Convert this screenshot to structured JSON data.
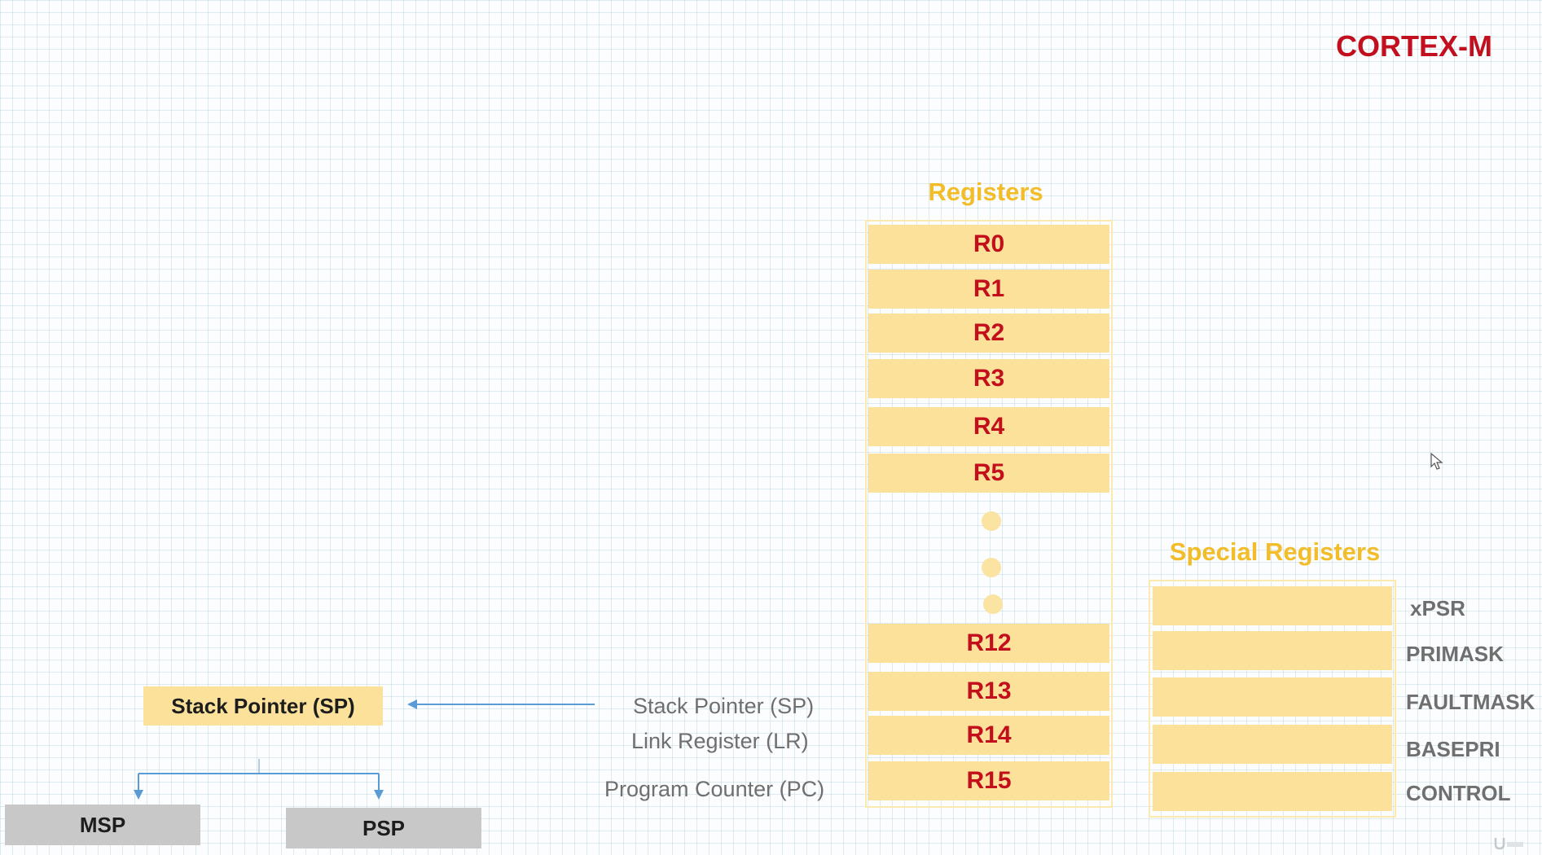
{
  "brand_title": "CORTEX-M",
  "registers": {
    "title": "Registers",
    "top": [
      "R0",
      "R1",
      "R2",
      "R3",
      "R4",
      "R5"
    ],
    "bottom": [
      "R12",
      "R13",
      "R14",
      "R15"
    ]
  },
  "special_registers": {
    "title": "Special Registers",
    "labels": [
      "xPSR",
      "PRIMASK",
      "FAULTMASK",
      "BASEPRI",
      "CONTROL"
    ]
  },
  "register_aliases": {
    "sp": "Stack Pointer (SP)",
    "lr": "Link Register (LR)",
    "pc": "Program Counter (PC)"
  },
  "stack_pointer_box": "Stack Pointer (SP)",
  "stack_pointers": {
    "msp": "MSP",
    "psp": "PSP"
  },
  "colors": {
    "brand_red": "#c3101e",
    "register_fill": "#fbe19a",
    "register_text": "#c30f1b",
    "title_gold": "#f2bd29",
    "dot": "#fbe3a1",
    "arrow_blue": "#5b9bd5",
    "gray_box": "#c8c8c8",
    "label_gray": "#6f6f6f",
    "dark_text": "#1d1d1d"
  },
  "icons": {
    "cursor": "mouse-pointer-icon",
    "watermark": "udemy-logo-icon"
  }
}
